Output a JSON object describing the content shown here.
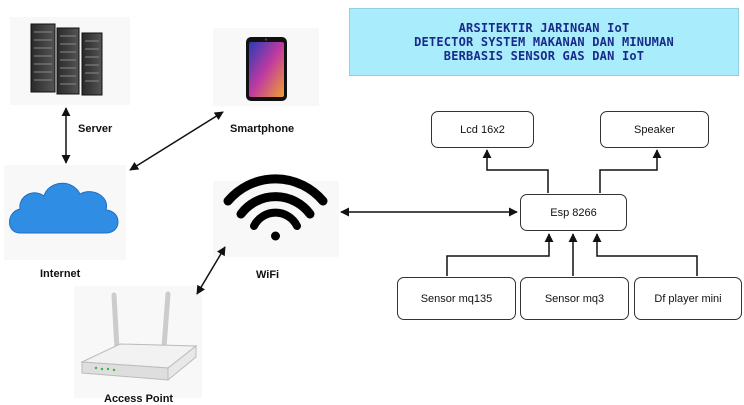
{
  "title": {
    "lines": [
      "ARSITEKTIR JARINGAN IoT",
      "DETECTOR SYSTEM MAKANAN DAN MINUMAN",
      "BERBASIS SENSOR GAS DAN IoT"
    ]
  },
  "devices": {
    "server": "Server",
    "smartphone": "Smartphone",
    "internet": "Internet",
    "wifi": "WiFi",
    "access_point": "Access Point"
  },
  "components": {
    "lcd": "Lcd 16x2",
    "speaker": "Speaker",
    "esp": "Esp 8266",
    "sensor_mq135": "Sensor mq135",
    "sensor_mq3": "Sensor mq3",
    "df_player": "Df player mini"
  },
  "colors": {
    "title_bg": "#a9ecfb",
    "title_text": "#1a2a8c",
    "cloud": "#2f8de4"
  }
}
